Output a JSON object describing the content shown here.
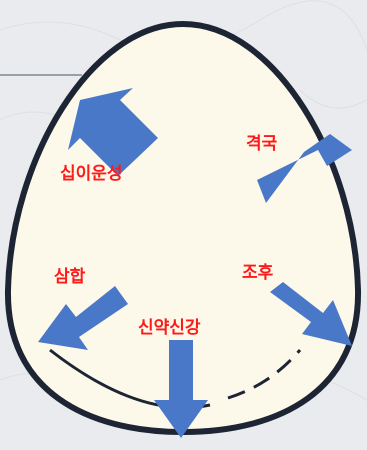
{
  "diagram": {
    "labels": {
      "top_left": "십이운성",
      "top_right": "격국",
      "bottom_left": "삼합",
      "bottom_right": "조후",
      "center": "신약신강"
    },
    "colors": {
      "label_text": "#ff1a1a",
      "arrow_fill": "#4a78c8",
      "egg_fill": "#fdf9ea",
      "egg_outline": "#1d2534",
      "background": "#e9ebee",
      "accent_line": "#9aa0a8"
    }
  }
}
